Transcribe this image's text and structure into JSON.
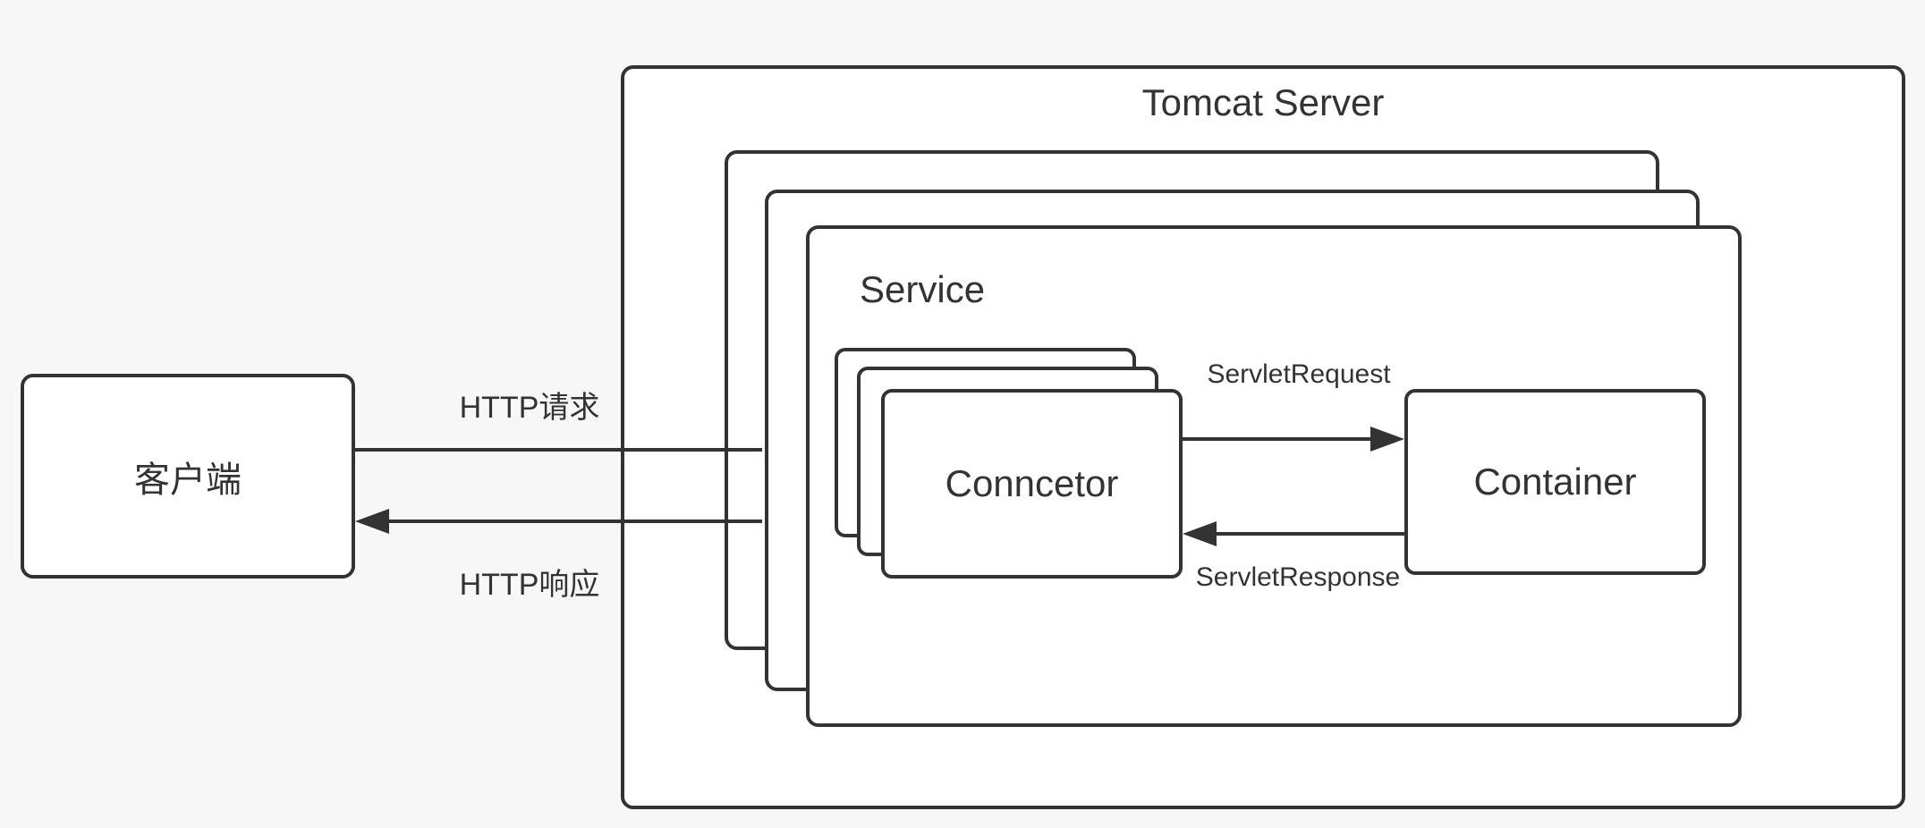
{
  "canvas": {
    "background_color": "#f7f7f8",
    "stroke_color": "#333333",
    "box_fill_color": "#ffffff"
  },
  "client": {
    "label": "客户端"
  },
  "tomcat": {
    "title": "Tomcat Server"
  },
  "service": {
    "label": "Service",
    "stack_count": 3
  },
  "connector": {
    "label": "Conncetor",
    "stack_count": 3
  },
  "container": {
    "label": "Container"
  },
  "edges": {
    "http_request": "HTTP请求",
    "http_response": "HTTP响应",
    "servlet_request": "ServletRequest",
    "servlet_response": "ServletResponse"
  }
}
